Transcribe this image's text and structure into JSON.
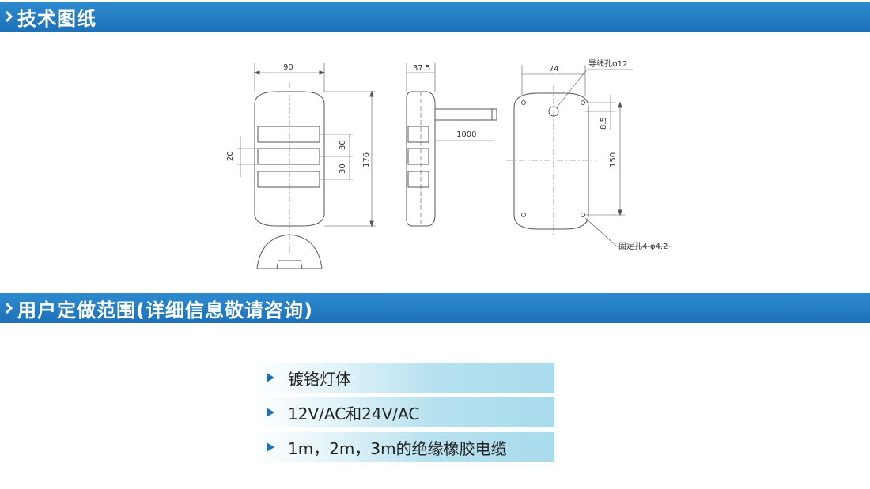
{
  "sections": {
    "drawings_title": "技术图纸",
    "customization_title": "用户定做范围(详细信息敬请咨询)"
  },
  "drawing": {
    "front": {
      "width": "90",
      "height": "176",
      "window_height": "20",
      "pitch_upper": "30",
      "pitch_lower": "30"
    },
    "side": {
      "depth": "37.5",
      "cable_length": "1000"
    },
    "back": {
      "width": "74",
      "wire_hole": "导线孔φ12",
      "top_offset": "8.5",
      "hole_spacing": "150",
      "mount_holes": "固定孔4-φ4.2"
    }
  },
  "features": [
    {
      "text": "镀铬灯体"
    },
    {
      "text": "12V/AC和24V/AC"
    },
    {
      "text": "1m，2m，3m的绝缘橡胶电缆"
    }
  ],
  "colors": {
    "header_bar": "#2e8bd0",
    "accent": "#1d71b8",
    "feature_band": "#a8dbec"
  }
}
